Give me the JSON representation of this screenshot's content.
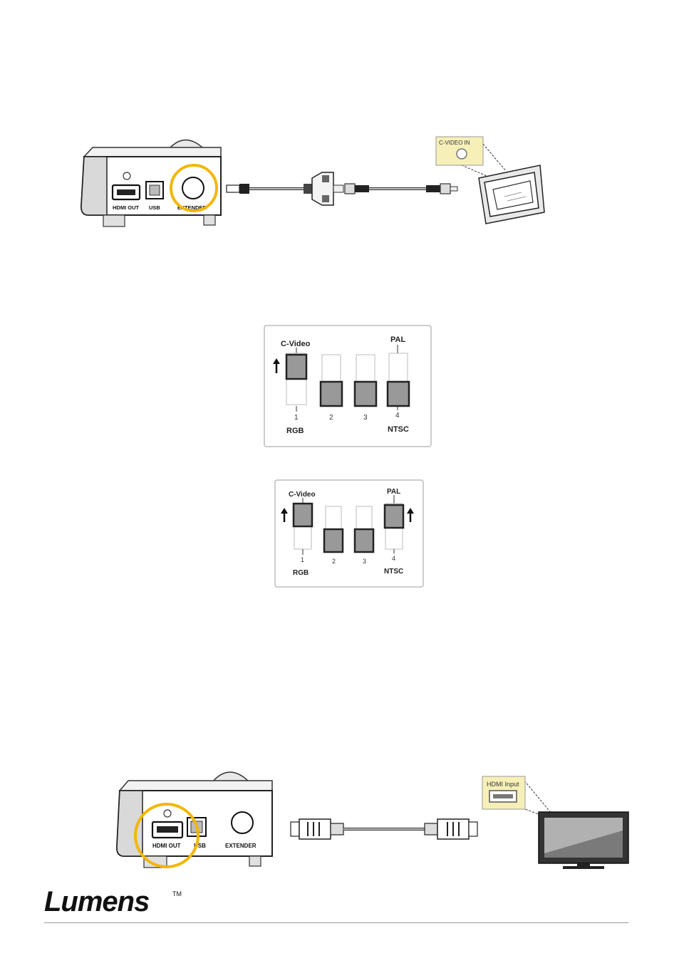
{
  "figure1": {
    "ports": {
      "hdmi": "HDMI OUT",
      "usb": "USB",
      "extender": "EXTENDER"
    },
    "tv_label": "C-VIDEO IN",
    "colors": {
      "highlight": "#f2b705",
      "callout": "#f6f0b8"
    }
  },
  "switch1": {
    "top_left": "C-Video",
    "top_right": "PAL",
    "numbers": [
      "1",
      "2",
      "3",
      "4"
    ],
    "bottom_left": "RGB",
    "bottom_right": "NTSC"
  },
  "switch2": {
    "top_left": "C-Video",
    "top_right": "PAL",
    "numbers": [
      "1",
      "2",
      "3",
      "4"
    ],
    "bottom_left": "RGB",
    "bottom_right": "NTSC"
  },
  "figure2": {
    "ports": {
      "hdmi": "HDMI OUT",
      "usb": "USB",
      "extender": "EXTENDER"
    },
    "tv_label": "HDMI Input"
  },
  "footer": {
    "brand": "Lumens",
    "trademark": "TM"
  }
}
